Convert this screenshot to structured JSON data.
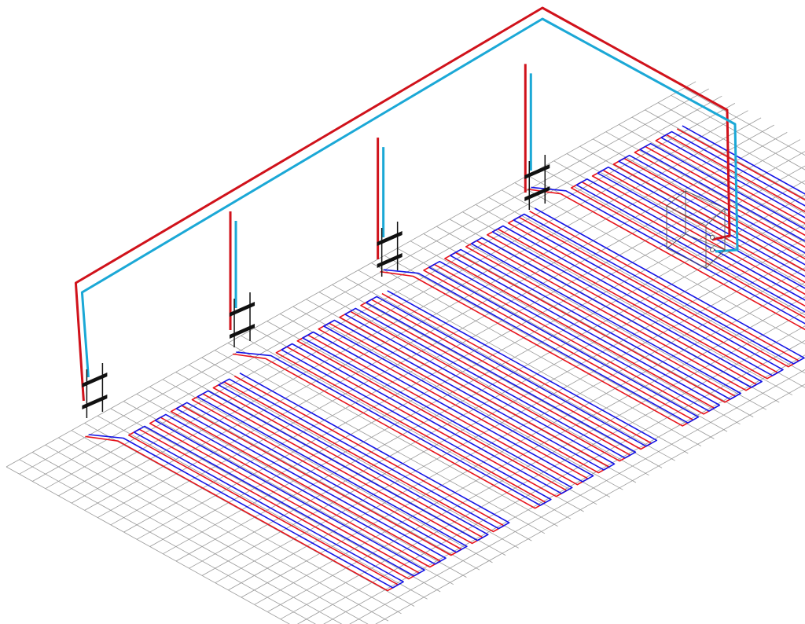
{
  "diagram": {
    "kind": "isometric underfloor heating schematic",
    "colors": {
      "background": "#ffffff",
      "grid": "#9a9a9a",
      "supply_main": "#d0121b",
      "return_main": "#1ba8d6",
      "supply_loop": "#e8141c",
      "return_loop": "#1414e6",
      "manifold": "#111111",
      "boiler_outline": "#555555"
    },
    "manifolds": [
      {
        "id": "manifold-1",
        "loops": 8
      },
      {
        "id": "manifold-2",
        "loops": 8
      },
      {
        "id": "manifold-3",
        "loops": 8
      },
      {
        "id": "manifold-4",
        "loops": 8
      }
    ],
    "boiler": {
      "icon": "boiler-box-icon",
      "ports": [
        "supply-port",
        "return-port"
      ]
    }
  }
}
